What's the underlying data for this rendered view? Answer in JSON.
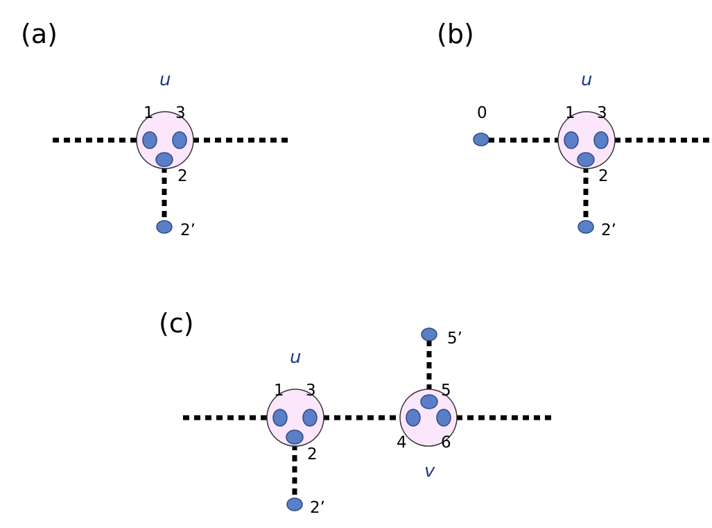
{
  "colors": {
    "vertex_fill": "#fbe6fb",
    "vertex_stroke": "#333333",
    "port_fill": "#5a7fc7",
    "port_stroke": "#2d4a8a",
    "edge": "#000000",
    "node_label": "#1f3a8a"
  },
  "panels": {
    "a": {
      "label": "(a)",
      "vertex": {
        "name": "u",
        "ports": [
          "1",
          "3",
          "2"
        ]
      },
      "pendant": "2’"
    },
    "b": {
      "label": "(b)",
      "vertex": {
        "name": "u",
        "ports": [
          "1",
          "3",
          "2"
        ]
      },
      "left_end": "0",
      "pendant": "2’"
    },
    "c": {
      "label": "(c)",
      "vertex_u": {
        "name": "u",
        "ports": [
          "1",
          "3",
          "2"
        ]
      },
      "vertex_v": {
        "name": "v",
        "ports": [
          "4",
          "6",
          "5"
        ]
      },
      "pendant_u": "2’",
      "pendant_v": "5’"
    }
  }
}
